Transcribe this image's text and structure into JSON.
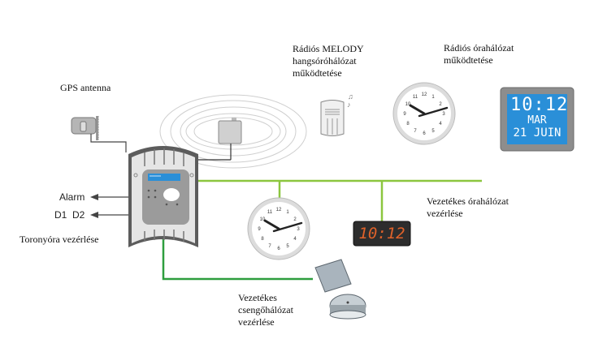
{
  "labels": {
    "gps_antenna": "GPS antenna",
    "radio_melody": [
      "Rádiós MELODY",
      "hangsóróhálózat",
      "működtetése"
    ],
    "radio_clock": [
      "Rádiós órahálózat",
      "működtetése"
    ],
    "wired_clock": [
      "Vezetékes órahálózat",
      "vezérlése"
    ],
    "wired_bell": [
      "Vezetékes",
      "csengőhálózat",
      "vezérlése"
    ],
    "tower_clock": "Toronyóra vezérlése",
    "alarm": "Alarm",
    "d1d2": "D1  D2"
  },
  "displays": {
    "lcd_time": "10:12",
    "lcd_day": "MAR",
    "lcd_date": "21 JUIN",
    "led_time": "10:12"
  },
  "colors": {
    "green_line": "#8cc63f",
    "dark_green_line": "#2e9e3e",
    "lcd_blue": "#2a8fd8",
    "led_orange": "#e0622a"
  }
}
